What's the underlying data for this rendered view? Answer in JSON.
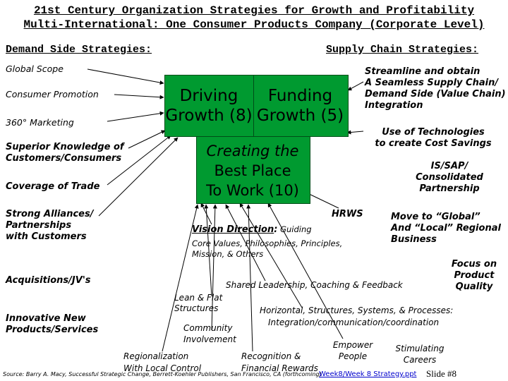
{
  "title": {
    "line1": "21st Century Organization Strategies for Growth and Profitability",
    "line2": "Multi-International: One Consumer Products Company (Corporate Level)"
  },
  "headers": {
    "demand": "Demand Side Strategies:",
    "supply": "Supply Chain Strategies:"
  },
  "left_items": {
    "global_scope": "Global Scope",
    "consumer_promotion": "Consumer Promotion",
    "marketing_360": "360°  Marketing",
    "superior_1": "Superior Knowledge of",
    "superior_2": "Customers/Consumers",
    "coverage": "Coverage of Trade",
    "alliances_1": "Strong Alliances/",
    "alliances_2": "Partnerships",
    "alliances_3": "with Customers",
    "acquisitions": "Acquisitions/JV's",
    "innovative_1": "Innovative New",
    "innovative_2": "Products/Services"
  },
  "center": {
    "top_left": "Driving",
    "top_right": "Funding",
    "bottom_left": "Growth (8)",
    "bottom_right": "Growth (5)",
    "place_1": "Creating the",
    "place_2": "Best Place",
    "place_3": "To Work (10)"
  },
  "right_items": {
    "streamline_1": "Streamline and obtain",
    "streamline_2": "A Seamless Supply Chain/",
    "streamline_3": "Demand Side (Value Chain)",
    "streamline_4": "Integration",
    "tech_1": "Use of Technologies",
    "tech_2": "to create Cost Savings",
    "is_1": "IS/SAP/",
    "is_2": "Consolidated",
    "is_3": "Partnership",
    "move_1": "Move to “Global”",
    "move_2": "And “Local” Regional",
    "move_3": "Business",
    "focus_1": "Focus on",
    "focus_2": "Product",
    "focus_3": "Quality"
  },
  "bottom_items": {
    "hrws": "HRWS",
    "vision_a": "Vision Direction",
    "vision_b": ":",
    "vision_c": " Guiding",
    "core_1": "Core Values, Philosophies, Principles,",
    "core_2": "Mission, & Others",
    "shared": "Shared Leadership, Coaching & Feedback",
    "lean_1": "Lean & Flat",
    "lean_2": "Structures",
    "horizontal_1": "Horizontal, Structures, Systems, & Processes:",
    "horizontal_2": "Integration/communication/coordination",
    "community_1": "Community",
    "community_2": "Involvement",
    "empower_1": "Empower",
    "empower_2": "People",
    "stimulating_1": "Stimulating",
    "stimulating_2": "Careers",
    "regional_1": "Regionalization",
    "regional_2": "With Local Control",
    "recognition_1": "Recognition  &",
    "recognition_2": "Financial Rewards"
  },
  "footer": {
    "source": "Source: Barry A. Macy, Successful Strategic Change, Berrett-Koehler Publishers, San Francisco, CA (forthcoming)",
    "link": "Week8/Week 8 Strategy.ppt",
    "slide": "Slide #8"
  },
  "colors": {
    "box_fill": "#009a30",
    "line": "#000000"
  }
}
